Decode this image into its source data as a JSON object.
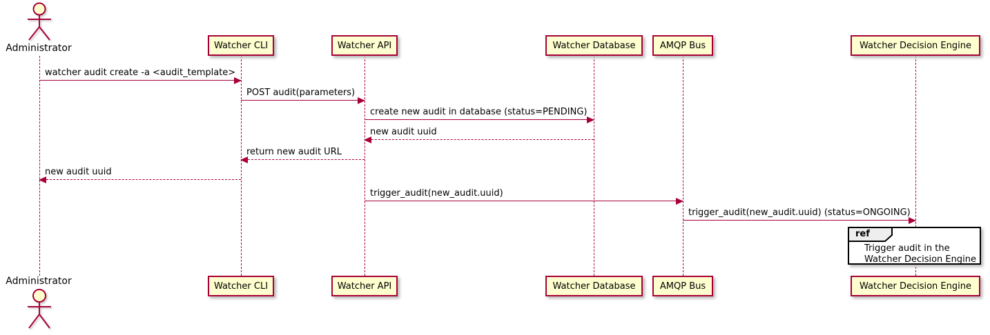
{
  "diagram": {
    "type": "uml-sequence",
    "actor": {
      "name": "Administrator"
    },
    "participants": [
      {
        "name": "Watcher CLI"
      },
      {
        "name": "Watcher API"
      },
      {
        "name": "Watcher Database"
      },
      {
        "name": "AMQP Bus"
      },
      {
        "name": "Watcher Decision Engine"
      }
    ],
    "messages": [
      {
        "from": "Administrator",
        "to": "Watcher CLI",
        "text": "watcher audit create -a <audit_template>",
        "line": "solid"
      },
      {
        "from": "Watcher CLI",
        "to": "Watcher API",
        "text": "POST audit(parameters)",
        "line": "solid"
      },
      {
        "from": "Watcher API",
        "to": "Watcher Database",
        "text": "create new audit in database (status=PENDING)",
        "line": "solid"
      },
      {
        "from": "Watcher Database",
        "to": "Watcher API",
        "text": "new audit uuid",
        "line": "dashed"
      },
      {
        "from": "Watcher API",
        "to": "Watcher CLI",
        "text": "return new audit URL",
        "line": "dashed"
      },
      {
        "from": "Watcher CLI",
        "to": "Administrator",
        "text": "new audit uuid",
        "line": "dashed"
      },
      {
        "from": "Watcher API",
        "to": "AMQP Bus",
        "text": "trigger_audit(new_audit.uuid)",
        "line": "solid"
      },
      {
        "from": "AMQP Bus",
        "to": "Watcher Decision Engine",
        "text": "trigger_audit(new_audit.uuid) (status=ONGOING)",
        "line": "solid"
      }
    ],
    "ref": {
      "label": "ref",
      "over": "Watcher Decision Engine",
      "lines": [
        "Trigger audit in the",
        "Watcher Decision Engine"
      ]
    },
    "colors": {
      "participant_fill": "#FEFECE",
      "stroke": "#A80036",
      "text": "#000000",
      "ref_border": "#000000",
      "ref_tab_fill": "#EEEEEE",
      "background": "#FFFFFF"
    }
  }
}
